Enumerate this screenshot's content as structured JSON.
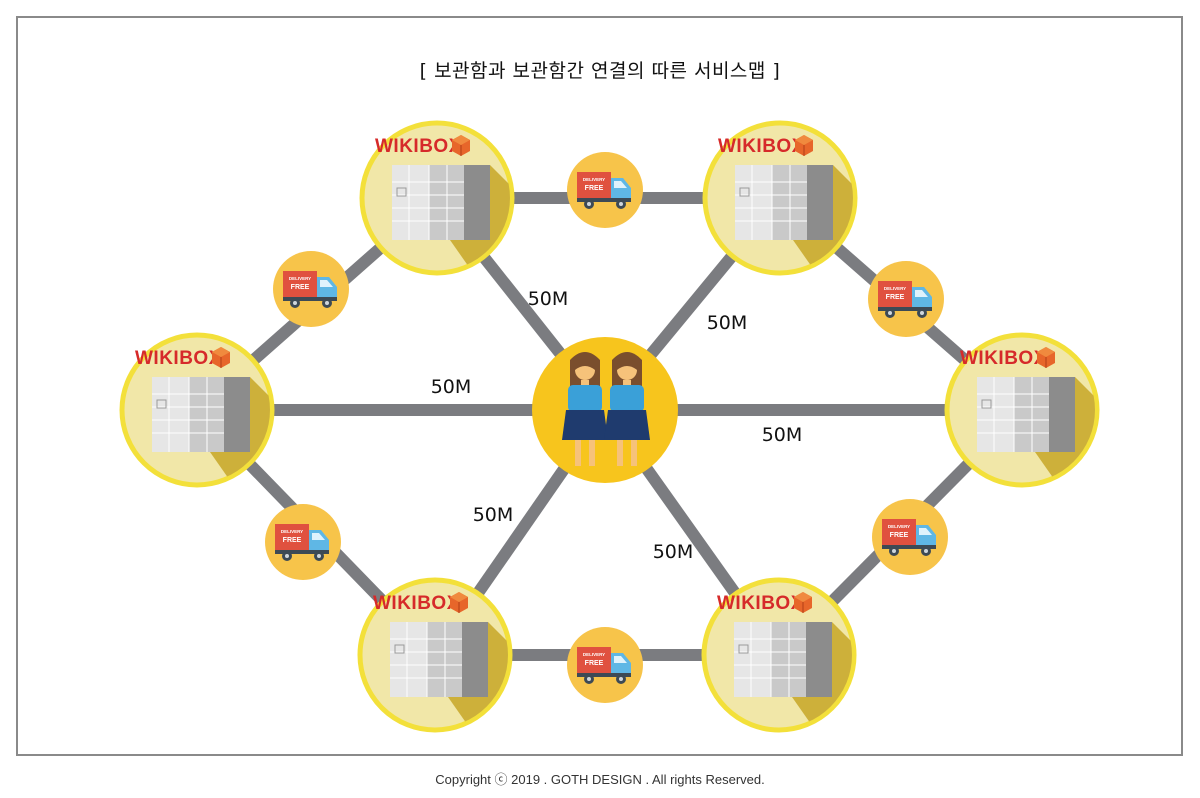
{
  "title": "[ 보관함과 보관함간 연결의 따른 서비스맵 ]",
  "footer": "Copyright ⓒ 2019 . GOTH DESIGN  . All rights Reserved.",
  "brand": "WIKIBOX",
  "truck": {
    "line1": "DELIVERY",
    "line2": "FREE"
  },
  "edge_labels": [
    "50M",
    "50M",
    "50M",
    "50M",
    "50M",
    "50M"
  ],
  "icons": {
    "storage": "storage-locker-icon",
    "truck": "delivery-truck-icon",
    "users": "two-women-icon",
    "logo_box": "box-icon"
  },
  "colors": {
    "node_fill": "#f1e7a8",
    "node_ring": "#f3e03a",
    "hub": "#f7c51d",
    "connector": "#7b7c80",
    "brand": "#d62a2a",
    "truck_circle": "#f7c44a",
    "truck_cargo": "#e0513f",
    "truck_cab": "#5fb7e5"
  }
}
